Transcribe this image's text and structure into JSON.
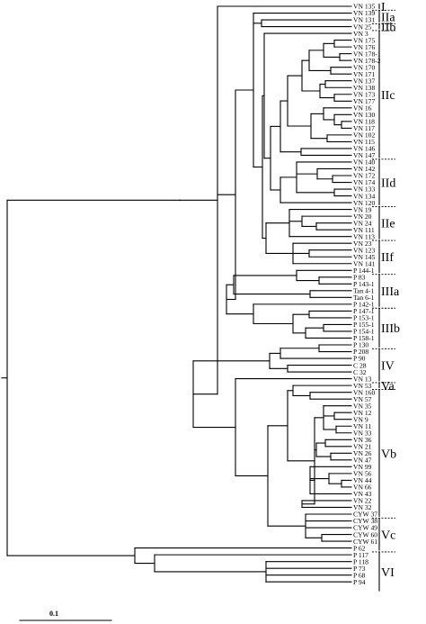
{
  "tree": {
    "leaves": [
      "VN 135",
      "VN 139",
      "VN 131",
      "VN 25",
      "VN 3",
      "VN 175",
      "VN 176",
      "VN 178-1",
      "VN 178-2",
      "VN 170",
      "VN 171",
      "VN 137",
      "VN 138",
      "VN 173",
      "VN 177",
      "VN 16",
      "VN 130",
      "VN 118",
      "VN 117",
      "VN 102",
      "VN 115",
      "VN 146",
      "VN 147",
      "VN 140",
      "VN 142",
      "VN 172",
      "VN 174",
      "VN 133",
      "VN 134",
      "VN 120",
      "VN 19",
      "VN 20",
      "VN 24",
      "VN 111",
      "VN 113",
      "VN 23",
      "VN 123",
      "VN 145",
      "VN 141",
      "P 144-1",
      "P 83",
      "P 143-1",
      "Tan 4-1",
      "Tan 6-1",
      "P 142-1",
      "P 147-1",
      "P 153-1",
      "P 155-1",
      "P 154-1",
      "P 158-1",
      "P 130",
      "P 208",
      "P 90",
      "C 28",
      "C 32",
      "VN 13",
      "VN 53",
      "VN 160",
      "VN 57",
      "VN 35",
      "VN 12",
      "VN 9",
      "VN 11",
      "VN 33",
      "VN 36",
      "VN 21",
      "VN 26",
      "VN 47",
      "VN 99",
      "VN 56",
      "VN 44",
      "VN 66",
      "VN 43",
      "VN 22",
      "VN 32",
      "CYW 37",
      "CYW 38",
      "CYW 49",
      "CYW 60",
      "CYW 61",
      "P 62",
      "P 117",
      "P 118",
      "P 73",
      "P 68",
      "P 94"
    ],
    "groups": [
      {
        "label": "I",
        "first": 0,
        "last": 0
      },
      {
        "label": "IIa",
        "first": 1,
        "last": 2
      },
      {
        "label": "IIb",
        "first": 3,
        "last": 3
      },
      {
        "label": "IIc",
        "first": 4,
        "last": 22
      },
      {
        "label": "IId",
        "first": 23,
        "last": 29
      },
      {
        "label": "IIe",
        "first": 30,
        "last": 34
      },
      {
        "label": "IIf",
        "first": 35,
        "last": 39
      },
      {
        "label": "IIIa",
        "first": 40,
        "last": 44
      },
      {
        "label": "IIIb",
        "first": 45,
        "last": 50
      },
      {
        "label": "IV",
        "first": 51,
        "last": 55
      },
      {
        "label": "Va",
        "first": 56,
        "last": 56
      },
      {
        "label": "Vb",
        "first": 57,
        "last": 75
      },
      {
        "label": "Vc",
        "first": 76,
        "last": 80
      },
      {
        "label": "VI",
        "first": 81,
        "last": 86
      }
    ],
    "scale_label": "0.1"
  }
}
